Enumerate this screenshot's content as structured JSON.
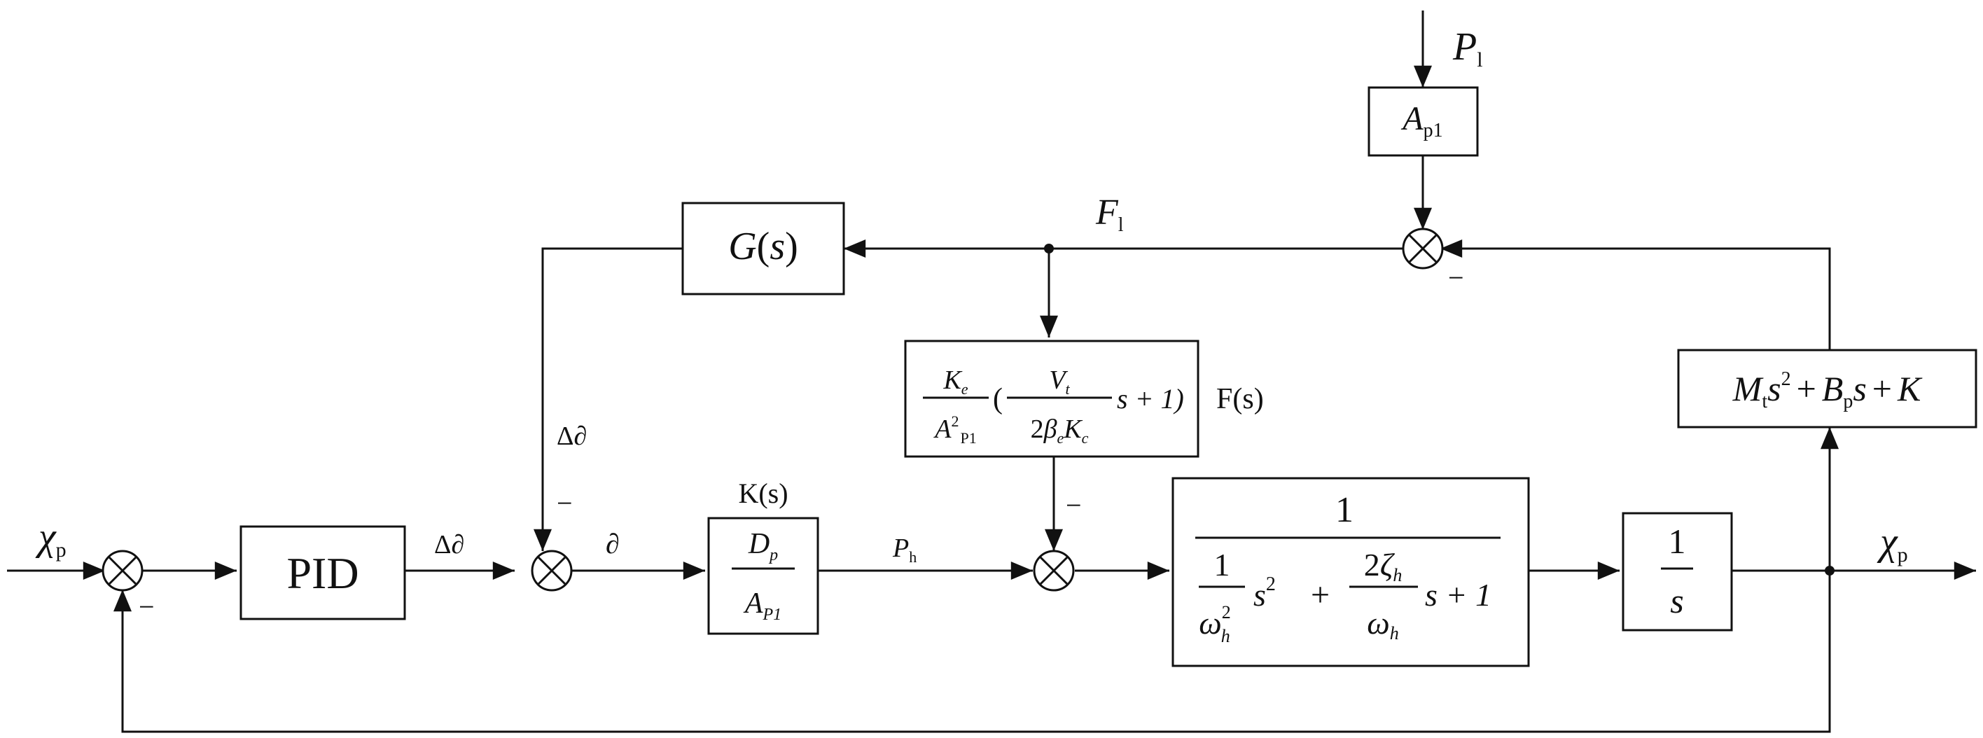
{
  "diagram": {
    "pid": "PID",
    "gs": {
      "g": "G",
      "lp": "(",
      "s": "s",
      "rp": ")"
    },
    "ap1": {
      "main": "A",
      "sub": "p1"
    },
    "p1": {
      "main": "P",
      "sub": "l"
    },
    "fl": {
      "main": "F",
      "sub": "l"
    },
    "chi_in": {
      "main": "χ",
      "sub": "p"
    },
    "chi_out": {
      "main": "χ",
      "sub": "p"
    },
    "minus": "−",
    "delta_top": "Δ∂",
    "delta_mid": "Δ∂",
    "partial": "∂",
    "ks_label": "K(s)",
    "fs_label": "F(s)",
    "ph": {
      "main": "P",
      "sub": "h"
    },
    "ka_block": {
      "dp": "D",
      "dp_sub": "p",
      "ap": "A",
      "ap_sub": "P1"
    },
    "f_block": {
      "ke": "K",
      "ke_sub": "e",
      "a2": "A",
      "a2_sup": "2",
      "a2_sub": "P1",
      "lp": "(",
      "vt": "V",
      "vt_sub": "t",
      "two": "2",
      "beta": "β",
      "beta_sub": "e",
      "kc": "K",
      "kc_sub": "c",
      "tail": "s + 1)"
    },
    "hyd_block": {
      "num": "1",
      "one": "1",
      "omega": "ω",
      "w_sub": "h",
      "w_sup": "2",
      "s2": "s",
      "s2_sup": "2",
      "plus1": "+",
      "two": "2",
      "zeta": "ζ",
      "z_sub": "h",
      "omega2": "ω",
      "w2_sub": "h",
      "tail": "s + 1"
    },
    "int_block": {
      "num": "1",
      "den": "s"
    },
    "load_block": {
      "mt": "M",
      "mt_sub": "t",
      "s": "s",
      "s_sup": "2",
      "plus": "+",
      "bp": "B",
      "bp_sub": "p",
      "s2": "s",
      "plus2": "+",
      "k": "K"
    }
  }
}
